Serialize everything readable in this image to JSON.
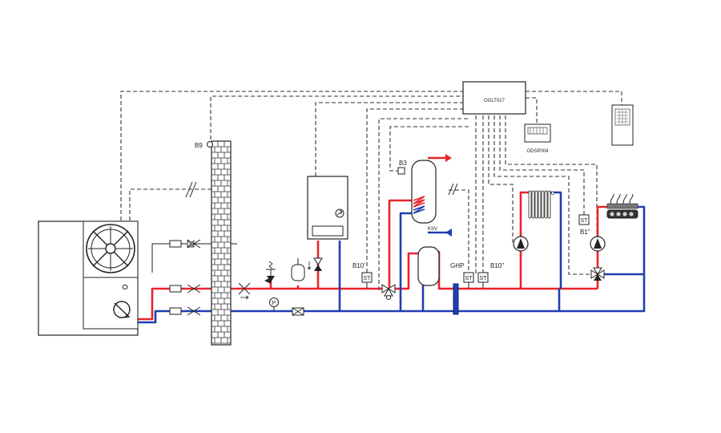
{
  "labels": {
    "controller": "OGLT017",
    "display": "ODSP004",
    "b9": "B9",
    "b3": "B3",
    "ksv": "KSV",
    "b10prime": "B10'",
    "ghp": "GHP",
    "b10dblprime": "B10\"",
    "b1": "B1\"",
    "st": "ST",
    "pressure": "P"
  },
  "colors": {
    "hot": "#e8242c",
    "cold": "#1f3fb0",
    "signal": "#333333"
  },
  "icons": [
    "heat-pump-unit-icon",
    "fan-icon",
    "compressor-icon",
    "brick-wall-icon",
    "boiler-icon",
    "hot-water-tank-icon",
    "buffer-tank-icon",
    "radiator-icon",
    "underfloor-manifold-icon",
    "pump-icon",
    "three-way-valve-icon",
    "expansion-vessel-icon",
    "safety-valve-icon",
    "pressure-gauge-icon",
    "filter-icon",
    "room-unit-icon",
    "controller-icon",
    "sensor-icon"
  ]
}
